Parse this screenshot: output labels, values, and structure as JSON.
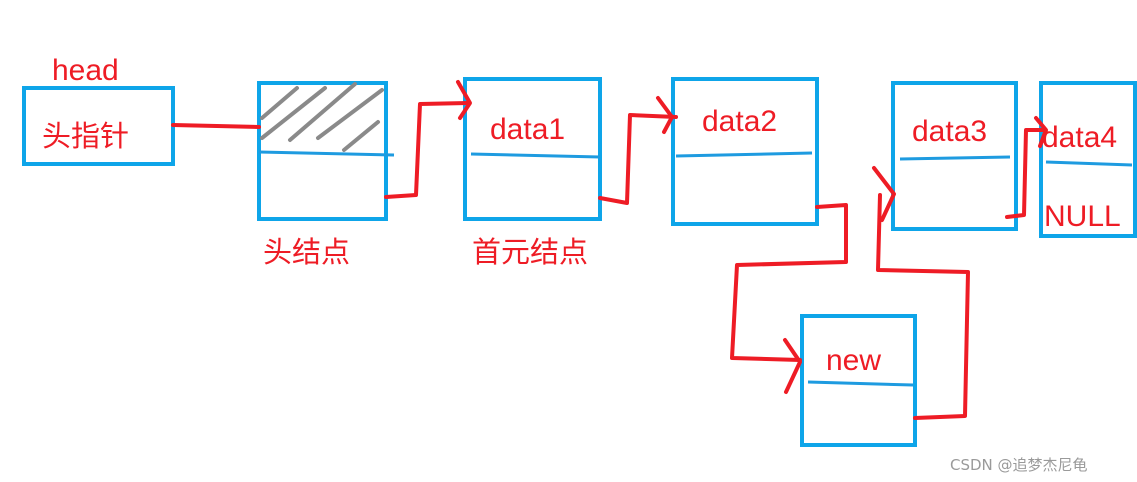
{
  "labels": {
    "head": "head",
    "head_pointer": "头指针",
    "head_node": "头结点",
    "first_node": "首元结点",
    "data1": "data1",
    "data2": "data2",
    "data3": "data3",
    "data4": "data4",
    "null": "NULL",
    "new": "new"
  },
  "watermark": "CSDN @追梦杰尼龟",
  "colors": {
    "box": "#0ea5e9",
    "arrow": "#ee1c25",
    "hatch": "#8a8a8a"
  }
}
